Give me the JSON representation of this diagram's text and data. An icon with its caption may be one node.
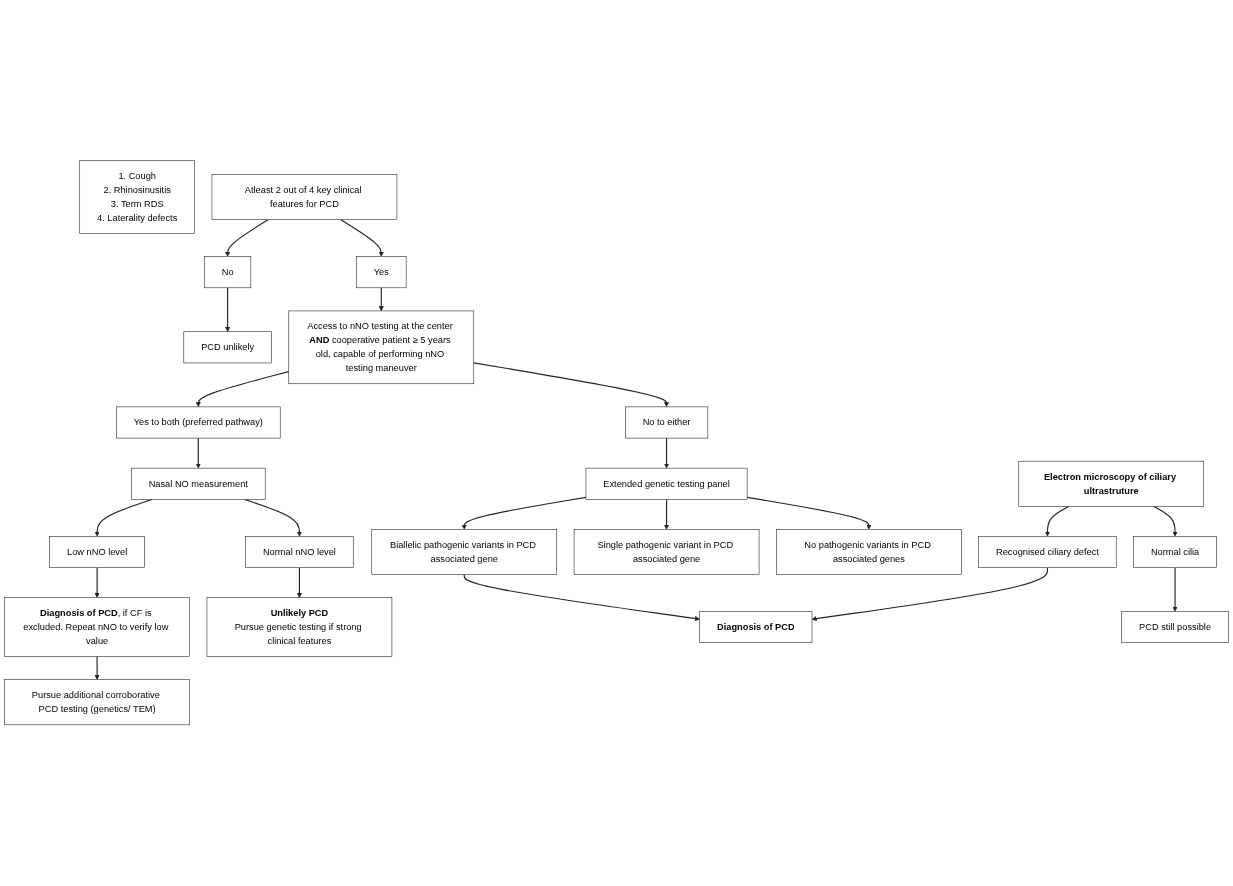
{
  "diagram": {
    "nodes": [
      {
        "text": [
          "1. Cough",
          "2. Rhinosinusitis",
          "3. Term RDS",
          "4. Laterality defects"
        ]
      },
      {
        "text": [
          "Atleast 2 out of 4 key clinical features for PCD"
        ]
      },
      {
        "text": [
          "No"
        ]
      },
      {
        "text": [
          "PCD unlikely"
        ]
      },
      {
        "text": [
          "Yes"
        ]
      },
      {
        "text": [
          "Access to nNO testing at the center **AND** cooperative patient ≥ 5 years old, capable of performing nNO testing maneuver"
        ]
      },
      {
        "text": [
          "Yes to both (preferred pathway)"
        ]
      },
      {
        "text": [
          "No to either"
        ]
      },
      {
        "text": [
          "Nasal NO measurement"
        ]
      },
      {
        "text": [
          "Extended genetic testing panel"
        ]
      },
      {
        "text": [
          "Low nNO level"
        ]
      },
      {
        "text": [
          "Normal nNO level"
        ]
      },
      {
        "text": [
          "Biallelic pathogenic variants in PCD associated gene"
        ]
      },
      {
        "text": [
          "Single pathogenic variant in PCD associated gene"
        ]
      },
      {
        "text": [
          "No pathogenic variants in PCD associated genes"
        ]
      },
      {
        "text": [
          "**Diagnosis of PCD**, if CF is excluded. Repeat nNO to verify low value"
        ]
      },
      {
        "text": [
          "Unlikely PCD",
          "Pursue genetic testing if strong clinical features"
        ]
      },
      {
        "text": [
          "Diagnosis of PCD"
        ]
      },
      {
        "text": [
          "Electron microscopy of ciliary ultrastruture"
        ]
      },
      {
        "text": [
          "Pursue additional corroborative PCD testing (genetics/ TEM)"
        ]
      },
      {
        "text": [
          "Recognised ciliary defect"
        ]
      },
      {
        "text": [
          "Normal cilia"
        ]
      },
      {
        "text": [
          "PCD still possible"
        ]
      }
    ],
    "edges": [
      {
        "from": 1,
        "to": 2,
        "arrow": "to"
      },
      {
        "from": 2,
        "to": 3,
        "arrow": "to"
      },
      {
        "from": 1,
        "to": 4,
        "arrow": "to"
      },
      {
        "from": 4,
        "to": 5,
        "arrow": "to"
      },
      {
        "from": 5,
        "to": 6,
        "arrow": "to"
      },
      {
        "from": 5,
        "to": 7,
        "arrow": "to"
      },
      {
        "from": 6,
        "to": 8,
        "arrow": "to"
      },
      {
        "from": 7,
        "to": 9,
        "arrow": "to"
      },
      {
        "from": 8,
        "to": 10,
        "arrow": "to"
      },
      {
        "from": 8,
        "to": 11,
        "arrow": "to"
      },
      {
        "from": 9,
        "to": 12,
        "arrow": "to"
      },
      {
        "from": 9,
        "to": 13,
        "arrow": "to"
      },
      {
        "from": 9,
        "to": 14,
        "arrow": "to"
      },
      {
        "from": 10,
        "to": 15,
        "arrow": "to"
      },
      {
        "from": 11,
        "to": 16,
        "arrow": "to"
      },
      {
        "from": 12,
        "to": 17,
        "arrow": "to"
      },
      {
        "from": 15,
        "to": 19,
        "arrow": "to"
      },
      {
        "from": 18,
        "to": 20,
        "arrow": "to"
      },
      {
        "from": 18,
        "to": 21,
        "arrow": "to"
      },
      {
        "from": 20,
        "to": 17,
        "arrow": "to"
      },
      {
        "from": 21,
        "to": 22,
        "arrow": "to"
      }
    ]
  }
}
